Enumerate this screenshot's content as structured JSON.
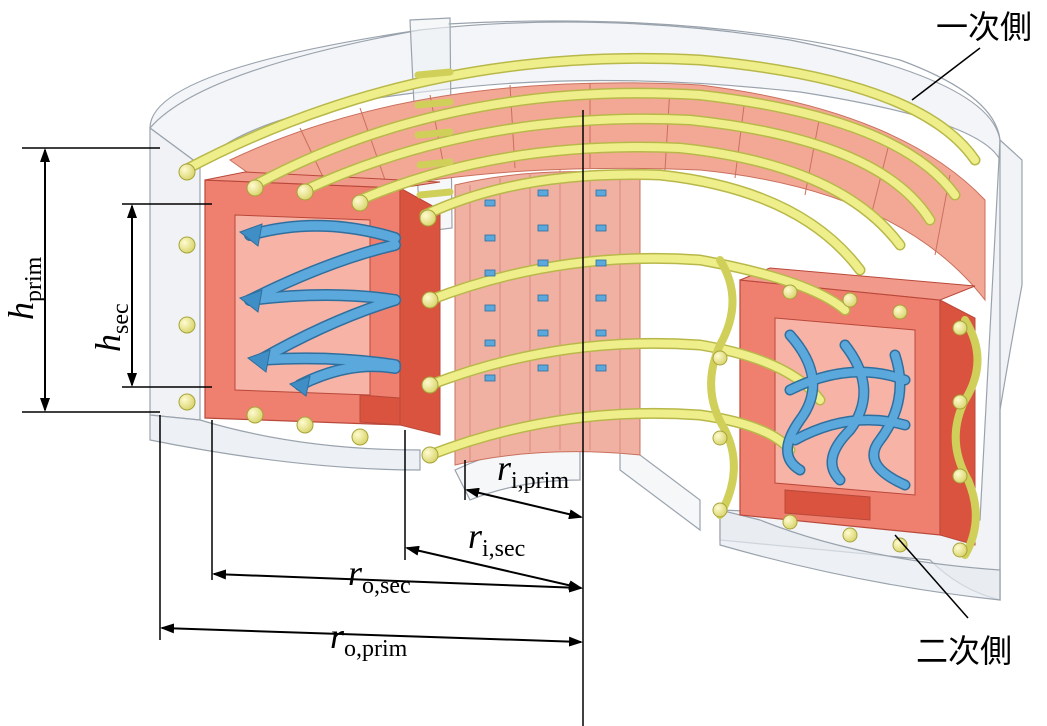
{
  "labels": {
    "primary_side": "一次側",
    "secondary_side": "二次側"
  },
  "dimensions": {
    "h_prim": {
      "main": "h",
      "sub": "prim"
    },
    "h_sec": {
      "main": "h",
      "sub": "sec"
    },
    "r_i_prim": {
      "main": "r",
      "sub": "i,prim"
    },
    "r_i_sec": {
      "main": "r",
      "sub": "i,sec"
    },
    "r_o_sec": {
      "main": "r",
      "sub": "o,sec"
    },
    "r_o_prim": {
      "main": "r",
      "sub": "o,prim"
    }
  },
  "colors": {
    "housing": "#e4e8ee",
    "housing_edge": "#9aa3ad",
    "secondary_core": "#ef7f6f",
    "secondary_core_dark": "#d9533f",
    "primary_segments": "#f3a895",
    "primary_winding": "#eeee8a",
    "primary_winding_edge": "#b8b84a",
    "secondary_winding": "#5ba8dc",
    "secondary_winding_edge": "#2f6f9e"
  }
}
